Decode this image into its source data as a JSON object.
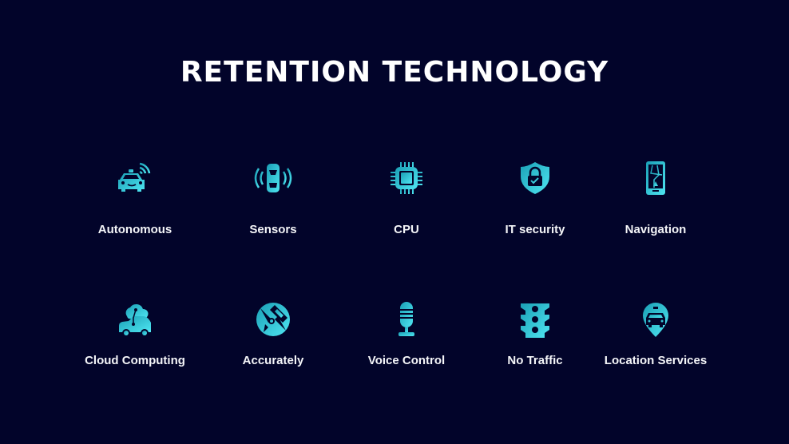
{
  "slide": {
    "title": "RETENTION TECHNOLOGY",
    "colors": {
      "background": "#02042a",
      "title": "#ffffff",
      "label": "#f4f5f8",
      "icon_gradient_start": "#1a9fb5",
      "icon_gradient_end": "#4fe6f2"
    },
    "items": [
      {
        "label": "Autonomous",
        "icon": "autonomous-car-icon"
      },
      {
        "label": "Sensors",
        "icon": "car-sensors-icon"
      },
      {
        "label": "CPU",
        "icon": "cpu-chip-icon"
      },
      {
        "label": "IT security",
        "icon": "shield-lock-icon"
      },
      {
        "label": "Navigation",
        "icon": "phone-navigation-icon"
      },
      {
        "label": "Cloud Computing",
        "icon": "cloud-car-icon"
      },
      {
        "label": "Accurately",
        "icon": "satellite-icon"
      },
      {
        "label": "Voice Control",
        "icon": "microphone-icon"
      },
      {
        "label": "No Traffic",
        "icon": "traffic-light-icon"
      },
      {
        "label": "Location Services",
        "icon": "taxi-location-pin-icon"
      }
    ]
  }
}
